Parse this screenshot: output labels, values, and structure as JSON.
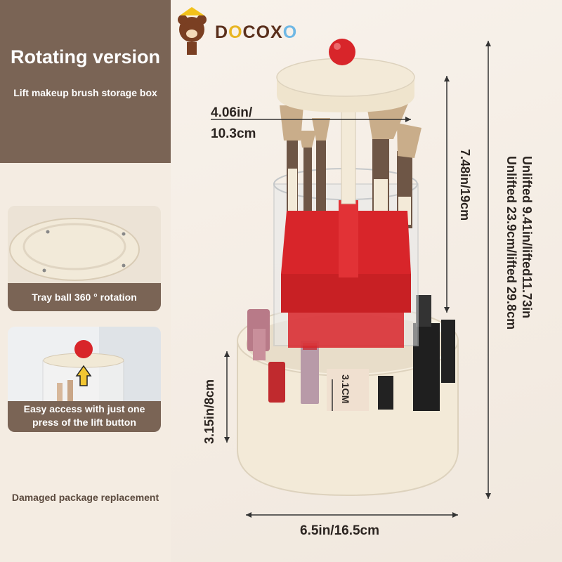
{
  "brand": {
    "logo_text": [
      "D",
      "O",
      "COX",
      "O"
    ]
  },
  "panel": {
    "title": "Rotating version",
    "subtitle": "Lift makeup brush storage box",
    "feature1": "Tray ball 360 ° rotation",
    "feature2_line1": "Easy access with just one",
    "feature2_line2": "press of the lift button",
    "note": "Damaged package replacement"
  },
  "dimensions": {
    "lid_width_in": "4.06in/",
    "lid_width_cm": "10.3cm",
    "tube_height": "7.48in/19cm",
    "total_line1": "Unlifted 9.41in/lifted11.73in",
    "total_line2": "Unlifted 23.9cm/lifted 29.8cm",
    "base_height": "3.15in/8cm",
    "inner_label": "3.1CM",
    "base_width": "6.5in/16.5cm"
  },
  "colors": {
    "accent": "#7a6455",
    "red": "#d8252a",
    "cream": "#f3ead8"
  }
}
